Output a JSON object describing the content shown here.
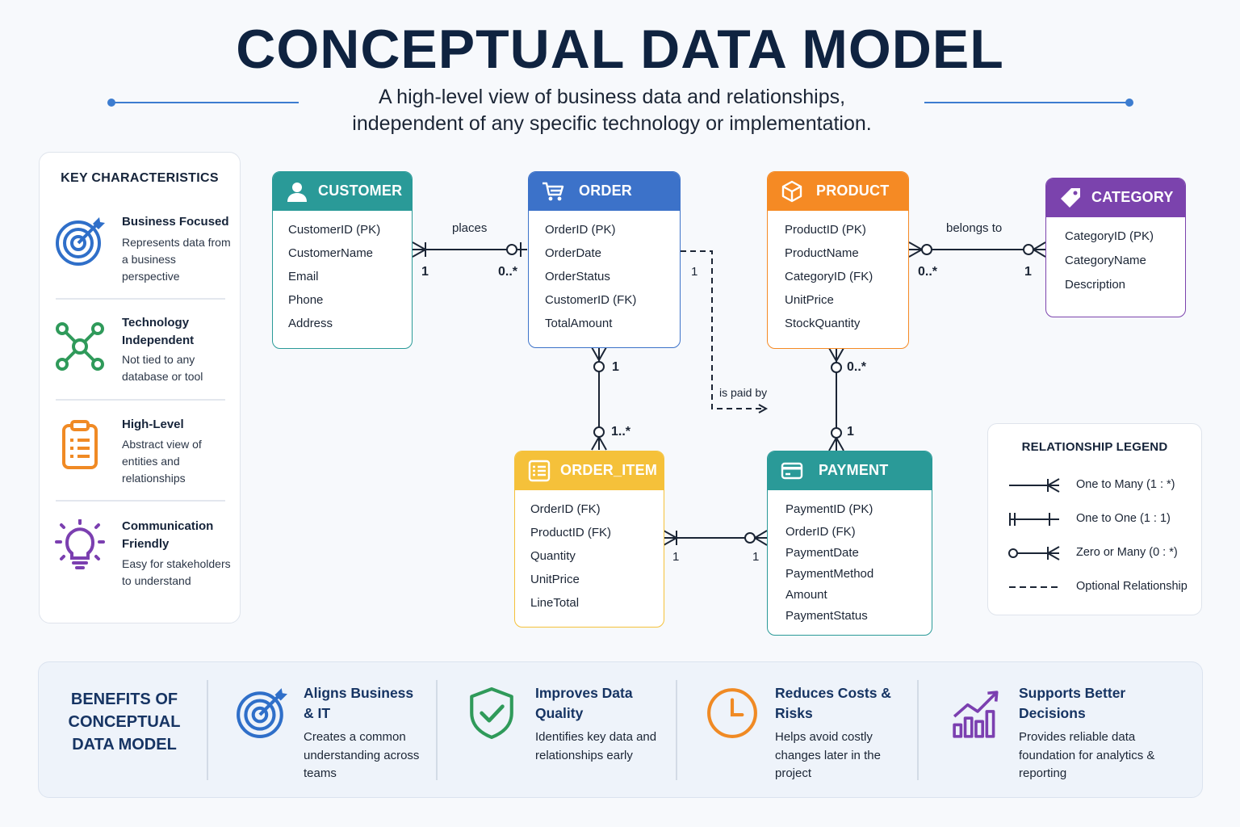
{
  "header": {
    "title": "CONCEPTUAL DATA MODEL",
    "subtitle_line1": "A high-level view of business data and relationships,",
    "subtitle_line2": "independent of any specific technology or implementation."
  },
  "key_characteristics": {
    "title": "KEY CHARACTERISTICS",
    "items": [
      {
        "icon": "target-icon",
        "heading": "Business Focused",
        "description": "Represents data from a business perspective",
        "color": "#2f6fc9"
      },
      {
        "icon": "network-icon",
        "heading": "Technology Independent",
        "description": "Not tied to any database or tool",
        "color": "#2f9a5a"
      },
      {
        "icon": "clipboard-icon",
        "heading": "High-Level",
        "description": "Abstract view of entities and relationships",
        "color": "#f08a24"
      },
      {
        "icon": "lightbulb-icon",
        "heading": "Communication Friendly",
        "description": "Easy for stakeholders to understand",
        "color": "#7b3fb0"
      }
    ]
  },
  "entities": {
    "customer": {
      "title": "CUSTOMER",
      "icon": "user-icon",
      "color": "#2a9a98",
      "attributes": [
        "CustomerID (PK)",
        "CustomerName",
        "Email",
        "Phone",
        "Address"
      ]
    },
    "order": {
      "title": "ORDER",
      "icon": "cart-icon",
      "color": "#3c72c9",
      "attributes": [
        "OrderID (PK)",
        "OrderDate",
        "OrderStatus",
        "CustomerID (FK)",
        "TotalAmount"
      ]
    },
    "product": {
      "title": "PRODUCT",
      "icon": "box-icon",
      "color": "#f58a24",
      "attributes": [
        "ProductID (PK)",
        "ProductName",
        "CategoryID (FK)",
        "UnitPrice",
        "StockQuantity"
      ]
    },
    "category": {
      "title": "CATEGORY",
      "icon": "tag-icon",
      "color": "#7b43ad",
      "attributes": [
        "CategoryID (PK)",
        "CategoryName",
        "Description"
      ]
    },
    "order_item": {
      "title": "ORDER_ITEM",
      "icon": "list-icon",
      "color": "#f5c13a",
      "attributes": [
        "OrderID (FK)",
        "ProductID (FK)",
        "Quantity",
        "UnitPrice",
        "LineTotal"
      ]
    },
    "payment": {
      "title": "PAYMENT",
      "icon": "card-icon",
      "color": "#2a9a98",
      "attributes": [
        "PaymentID (PK)",
        "OrderID (FK)",
        "PaymentDate",
        "PaymentMethod",
        "Amount",
        "PaymentStatus"
      ]
    }
  },
  "relationships": {
    "places": {
      "label": "places",
      "from_card": "1",
      "to_card": "0..*"
    },
    "belongs_to": {
      "label": "belongs to",
      "from_card": "0..*",
      "to_card": "1"
    },
    "order_items": {
      "from_card": "1",
      "to_card": "1..*"
    },
    "product_payment": {
      "from_card": "0..*",
      "to_card": "1"
    },
    "is_paid_by": {
      "label": "is paid by",
      "from_card": "1"
    },
    "item_payment": {
      "from_card": "1",
      "to_card": "1"
    }
  },
  "legend": {
    "title": "RELATIONSHIP LEGEND",
    "items": [
      "One to Many (1 : *)",
      "One to One (1 : 1)",
      "Zero or Many (0 : *)",
      "Optional Relationship"
    ]
  },
  "benefits": {
    "title_line1": "BENEFITS OF",
    "title_line2": "CONCEPTUAL",
    "title_line3": "DATA MODEL",
    "items": [
      {
        "icon": "target-icon",
        "heading": "Aligns Business & IT",
        "description": "Creates a common understanding across teams",
        "color": "#2f6fc9"
      },
      {
        "icon": "shield-check-icon",
        "heading": "Improves Data Quality",
        "description": "Identifies key data and relationships early",
        "color": "#2f9a5a"
      },
      {
        "icon": "clock-icon",
        "heading": "Reduces Costs & Risks",
        "description": "Helps avoid costly changes later in the project",
        "color": "#f08a24"
      },
      {
        "icon": "chart-up-icon",
        "heading": "Supports Better Decisions",
        "description": "Provides reliable data foundation for analytics & reporting",
        "color": "#7b3fb0"
      }
    ]
  }
}
